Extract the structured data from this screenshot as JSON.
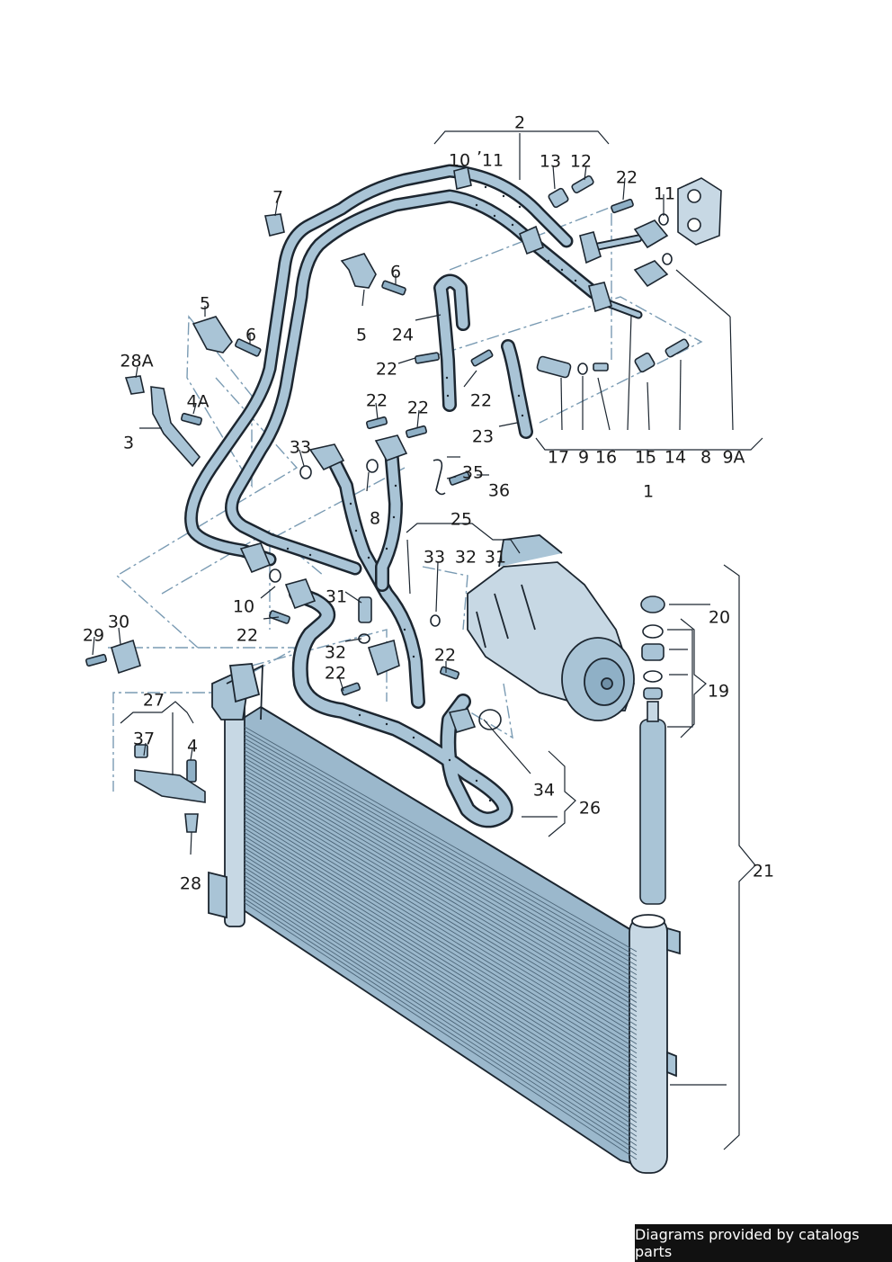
{
  "callouts": [
    "2",
    "10",
    "’",
    "11",
    "13",
    "12",
    "22",
    "11",
    "7",
    "6",
    "5",
    "24",
    "5",
    "6",
    "22",
    "22",
    "28A",
    "4A",
    "3",
    "22",
    "22",
    "33",
    "23",
    "17",
    "9",
    "16",
    "15",
    "14",
    "8",
    "9A",
    "1",
    "35",
    "36",
    "8",
    "25",
    "33",
    "32",
    "31",
    "31",
    "10",
    "22",
    "32",
    "22",
    "22",
    "29",
    "30",
    "20",
    "19",
    "27",
    "37",
    "4",
    "34",
    "26",
    "28",
    "21"
  ],
  "colors": {
    "part_fill": "#a9c4d6",
    "part_dark": "#6f8fa6",
    "outline": "#1c2630",
    "leader_dash": "#7a9bb3"
  },
  "footer": {
    "credit": "Diagrams provided by catalogs parts"
  }
}
